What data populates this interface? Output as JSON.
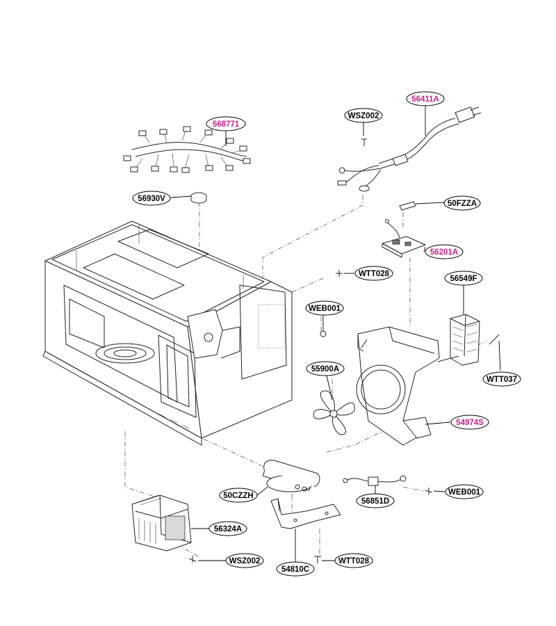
{
  "labels": {
    "p568771": "568771",
    "p56411A": "56411A",
    "pWSZ002_top": "WSZ002",
    "p56930V": "56930V",
    "p50FZZA": "50FZZA",
    "p56201A": "56201A",
    "pWTT028_top": "WTT028",
    "p56549F": "56549F",
    "pWEB001_top": "WEB001",
    "p55900A": "55900A",
    "pWTT037": "WTT037",
    "p54974S": "54974S",
    "p50CZZH": "50CZZH",
    "p56851D": "56851D",
    "pWEB001_bot": "WEB001",
    "p56324A": "56324A",
    "pWSZ002_bot": "WSZ002",
    "p54810C": "54810C",
    "pWTT028_bot": "WTT028"
  },
  "colors": {
    "highlight": "#cc1f8a",
    "normal": "#000000"
  }
}
